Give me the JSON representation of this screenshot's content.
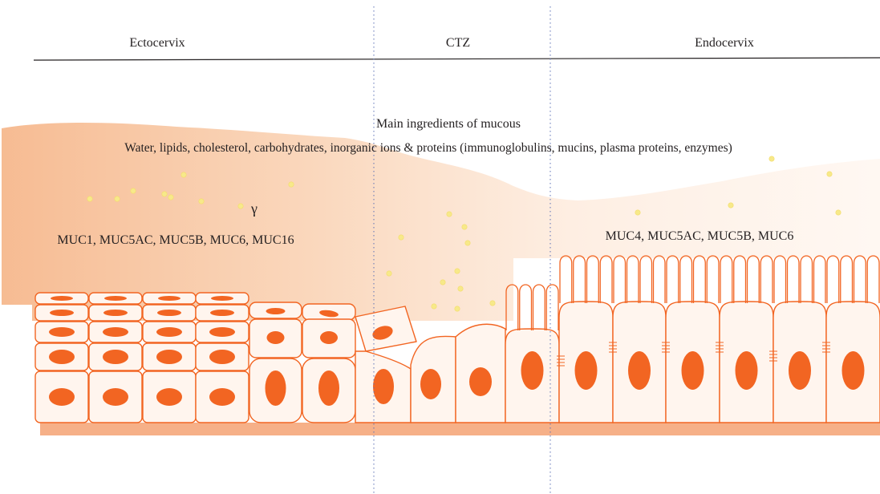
{
  "regions": {
    "ectocervix": "Ectocervix",
    "ctz": "CTZ",
    "endocervix": "Endocervix"
  },
  "mucus": {
    "title": "Main ingredients of mucous",
    "description": "Water, lipids, cholesterol, carbohydrates, inorganic ions & proteins (immunoglobulins, mucins, plasma proteins, enzymes)",
    "ectocervix_mucins": "MUC1, MUC5AC, MUC5B, MUC6, MUC16",
    "endocervix_mucins": "MUC4, MUC5AC, MUC5B, MUC6",
    "small_symbol": "γ"
  },
  "colors": {
    "cell_outline": "#f26522",
    "nucleus": "#f26522",
    "cell_fill": "#fff5ee",
    "mucus_gradient_start": "#f6b88d",
    "mucus_gradient_end": "#fff1e6",
    "basement_membrane": "#f6b088",
    "divider": "#5b6fb5",
    "dots": "#f7e98a",
    "text": "#231f20"
  }
}
